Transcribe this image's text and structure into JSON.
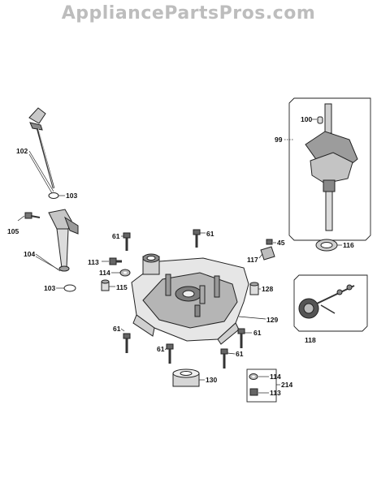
{
  "watermark": "AppliancePartsPros.com",
  "callouts": {
    "c102": "102",
    "c103a": "103",
    "c105": "105",
    "c104": "104",
    "c103b": "103",
    "c61a": "61",
    "c61b": "61",
    "c61c": "61",
    "c61d": "61",
    "c61e": "61",
    "c61f": "61",
    "c113a": "113",
    "c114a": "114",
    "c115": "115",
    "c117": "117",
    "c45": "45",
    "c128": "128",
    "c129": "129",
    "c130": "130",
    "c99": "99",
    "c100": "100",
    "c116": "116",
    "c118": "118",
    "c114b": "114",
    "c113b": "113",
    "c214": "214"
  }
}
